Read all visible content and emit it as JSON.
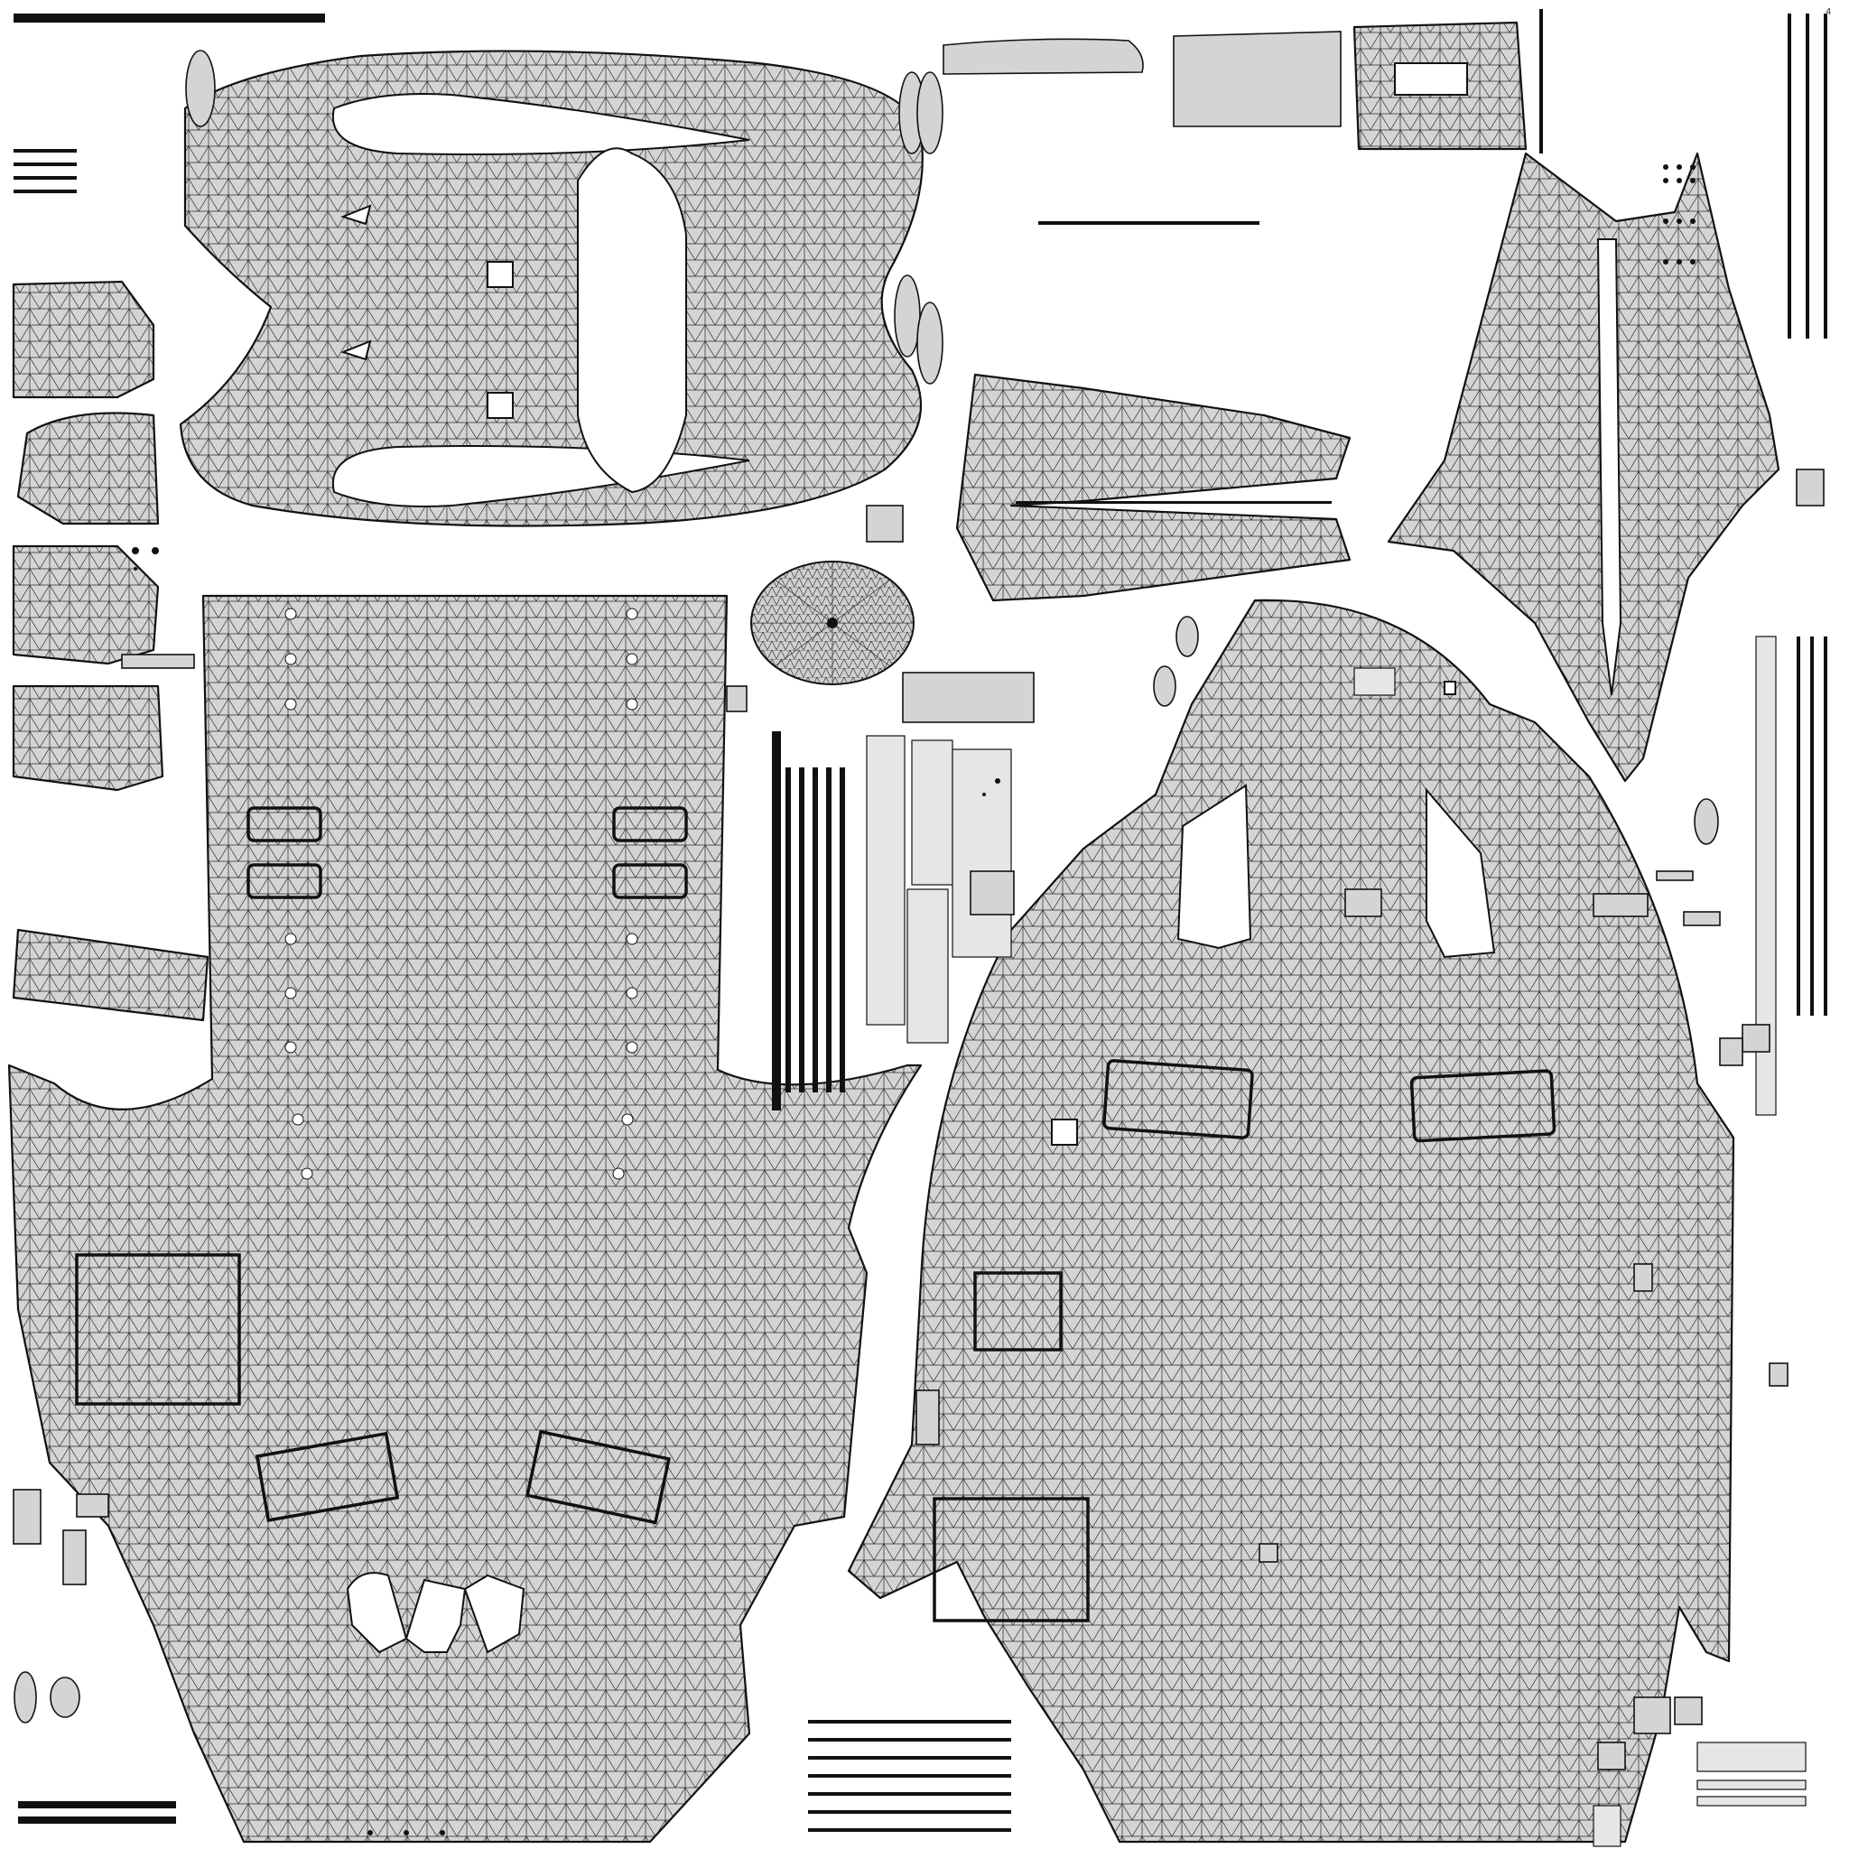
{
  "image": {
    "kind": "UV texture layout (wireframe unwrap)",
    "background_color": "#ffffff",
    "island_fill_color": "#d4d4d4",
    "wire_color": "#1a1a1a"
  },
  "corner_mark": "4",
  "icons": {
    "mesh": "triangle-wireframe-pattern"
  }
}
